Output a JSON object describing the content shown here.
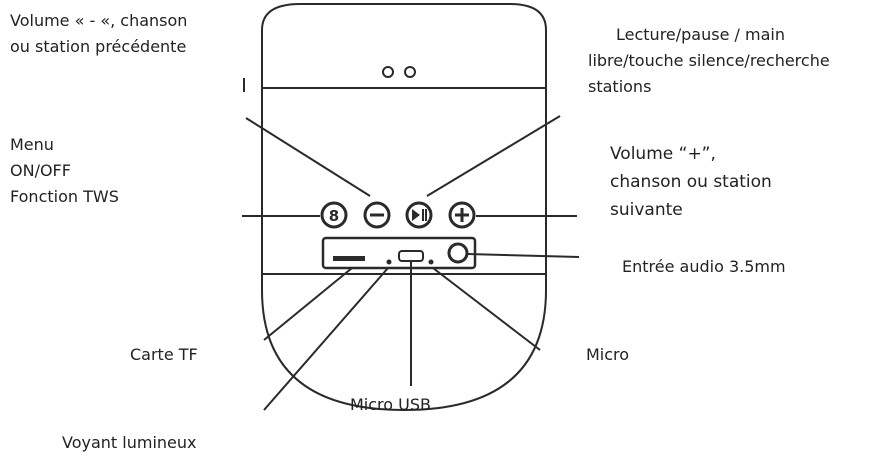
{
  "labels": {
    "volume_minus": {
      "line1": "Volume « - «, chanson",
      "line2": "ou station précédente"
    },
    "play_pause": {
      "line1": "Lecture/pause / main",
      "line2": "libre/touche silence/recherche",
      "line3": "stations"
    },
    "menu": {
      "line1": "Menu",
      "line2": "ON/OFF",
      "line3": "Fonction TWS"
    },
    "volume_plus": {
      "line1": "Volume “+”,",
      "line2": "chanson ou station",
      "line3": "suivante"
    },
    "audio_in": "Entrée audio 3.5mm",
    "tf_card": "Carte TF",
    "micro": "Micro",
    "micro_usb": "Micro USB",
    "indicator": "Voyant lumineux"
  },
  "icons": {
    "menu_button": "m-power-icon",
    "minus_button": "minus-icon",
    "play_button": "play-pause-icon",
    "plus_button": "plus-icon"
  },
  "colors": {
    "line": "#2a2a2a",
    "text": "#222222"
  }
}
